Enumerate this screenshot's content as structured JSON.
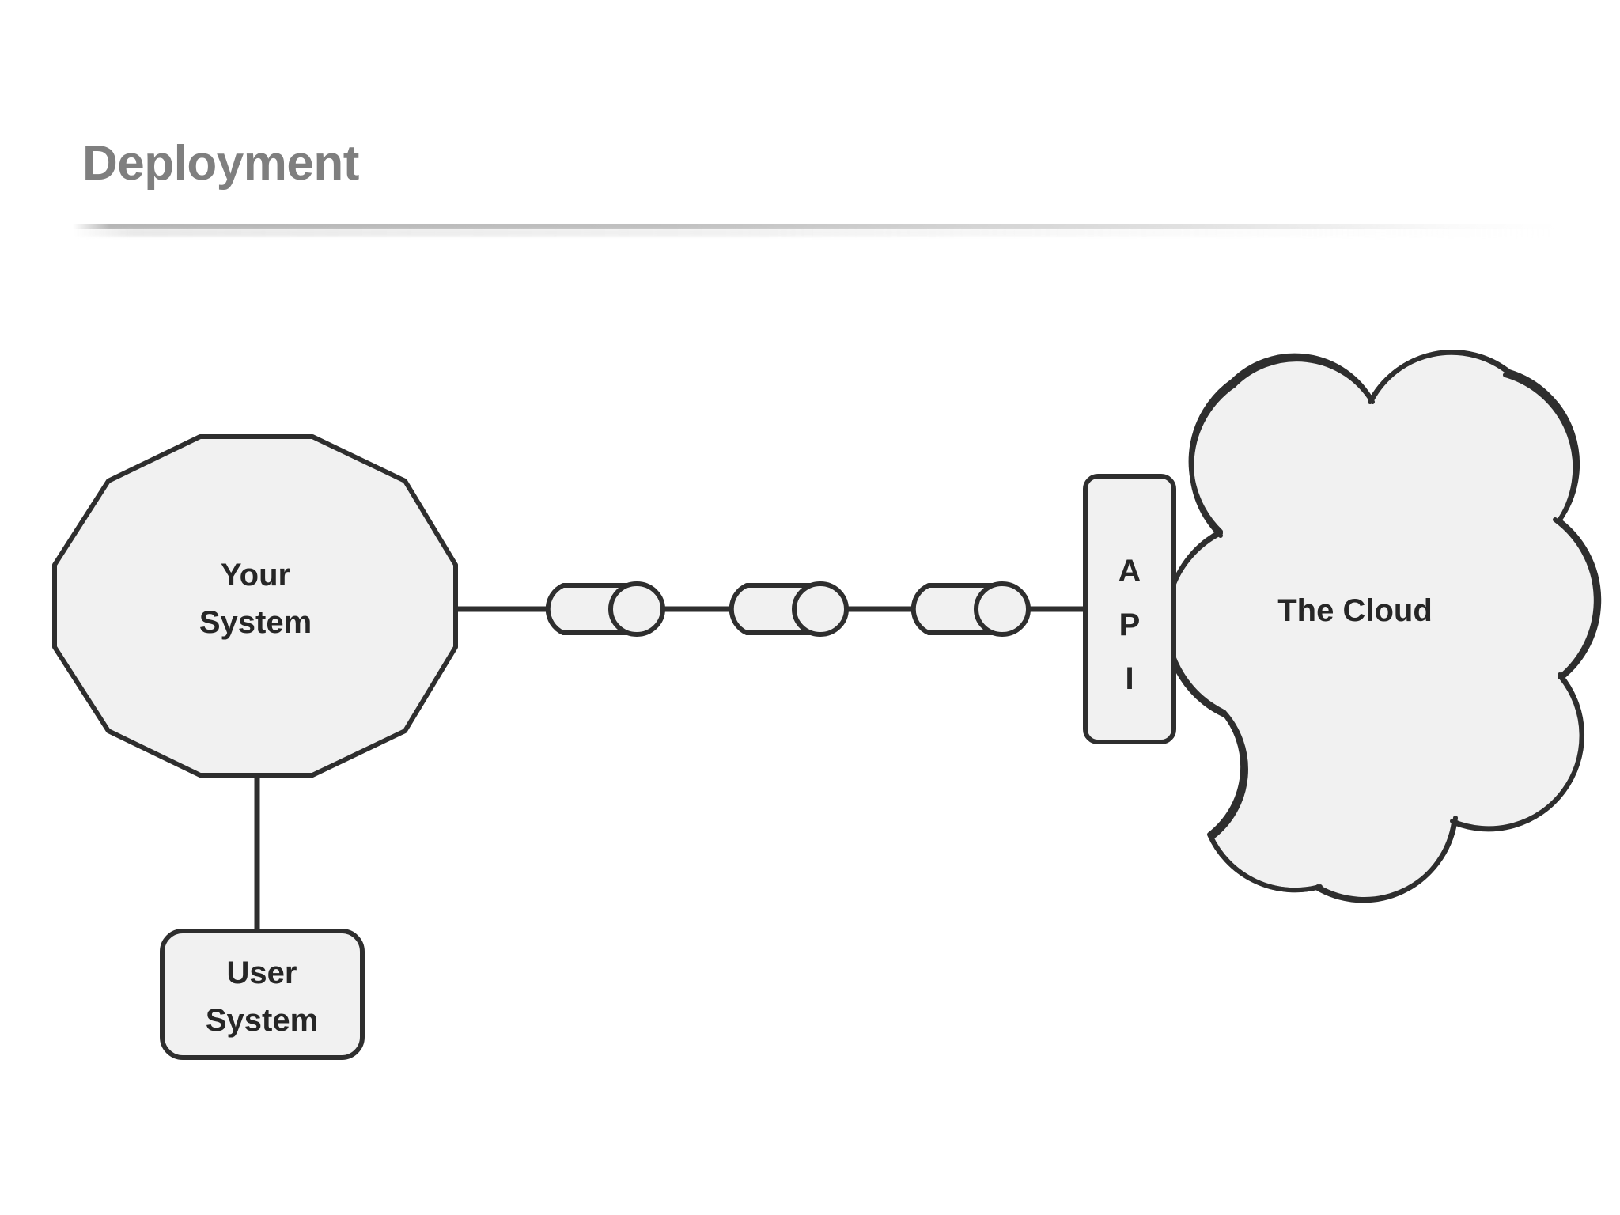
{
  "slide": {
    "title": "Deployment",
    "title_color": "#7f7f7f",
    "background_color": "#ffffff"
  },
  "theme": {
    "shape_fill": "#f1f1f1",
    "shape_stroke": "#2e2e2e",
    "label_color": "#262626"
  },
  "diagram": {
    "type": "flow-diagram",
    "nodes": [
      {
        "id": "your-system",
        "shape": "dodecagon",
        "label_line1": "Your",
        "label_line2": "System"
      },
      {
        "id": "user-system",
        "shape": "rounded-rectangle",
        "label_line1": "User",
        "label_line2": "System"
      },
      {
        "id": "pipe-1",
        "shape": "cylinder",
        "label": ""
      },
      {
        "id": "pipe-2",
        "shape": "cylinder",
        "label": ""
      },
      {
        "id": "pipe-3",
        "shape": "cylinder",
        "label": ""
      },
      {
        "id": "api",
        "shape": "rounded-rectangle-vertical",
        "label_char1": "A",
        "label_char2": "P",
        "label_char3": "I"
      },
      {
        "id": "the-cloud",
        "shape": "cloud",
        "label": "The Cloud"
      }
    ],
    "edges": [
      {
        "from": "your-system",
        "to": "pipe-1"
      },
      {
        "from": "pipe-1",
        "to": "pipe-2"
      },
      {
        "from": "pipe-2",
        "to": "pipe-3"
      },
      {
        "from": "pipe-3",
        "to": "api"
      },
      {
        "from": "your-system",
        "to": "user-system"
      }
    ]
  }
}
